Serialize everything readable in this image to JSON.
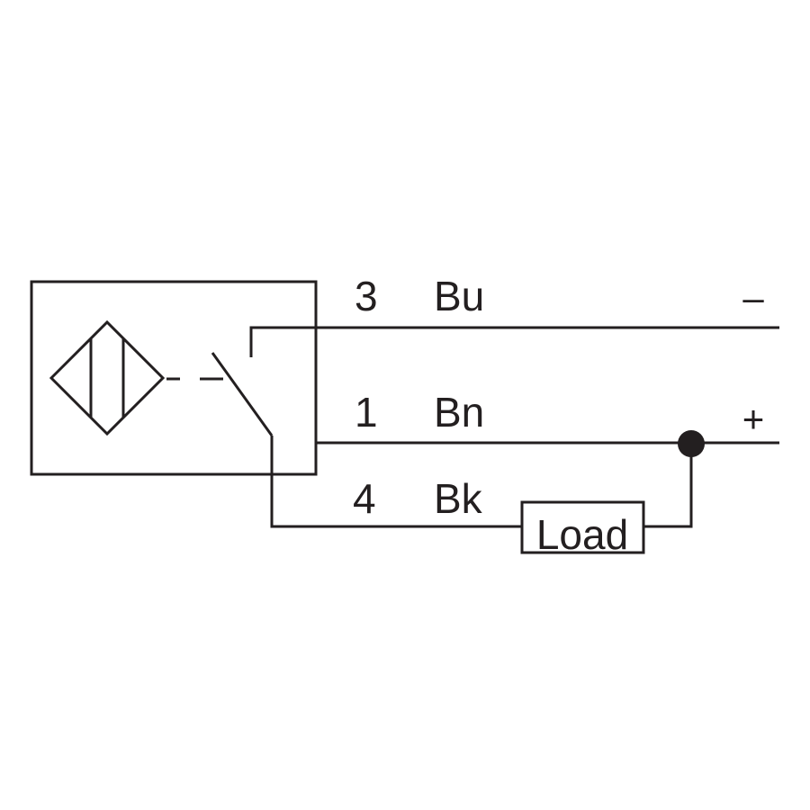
{
  "wires": [
    {
      "pin": "3",
      "color_code": "Bu",
      "polarity": "–"
    },
    {
      "pin": "1",
      "color_code": "Bn",
      "polarity": "+"
    },
    {
      "pin": "4",
      "color_code": "Bk"
    }
  ],
  "load": {
    "label": "Load"
  },
  "colors": {
    "line": "#231f20",
    "background": "#ffffff"
  }
}
